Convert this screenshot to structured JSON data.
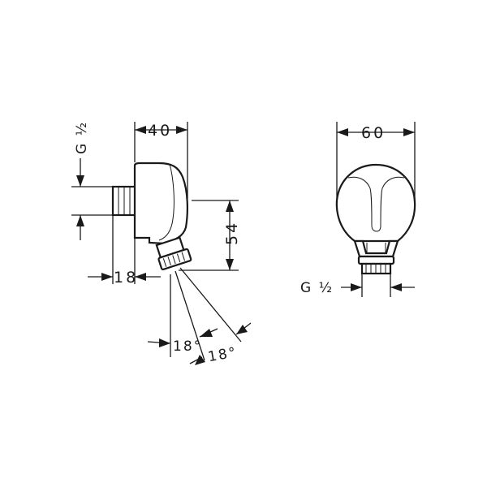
{
  "dimensions": {
    "side_width": "40",
    "side_height": "54",
    "side_offset": "18",
    "thread_side": "G ½",
    "front_width": "60",
    "thread_front": "G ½",
    "angle_1": "18°",
    "angle_2": "18°"
  }
}
